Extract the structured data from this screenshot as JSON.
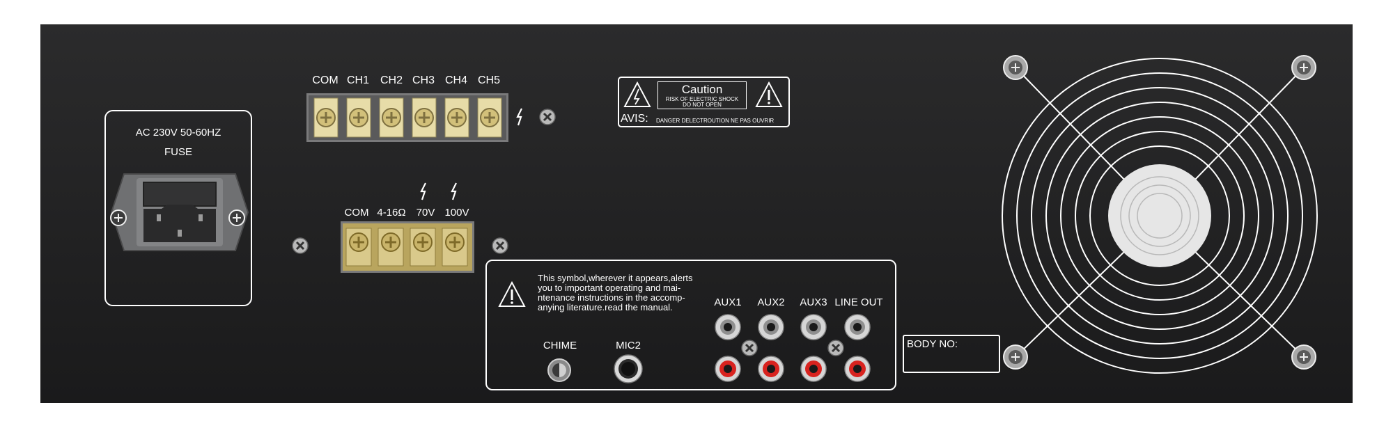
{
  "power_inlet": {
    "rating": "AC 230V 50-60HZ",
    "fuse": "FUSE"
  },
  "channel_terminal": {
    "labels": [
      "COM",
      "CH1",
      "CH2",
      "CH3",
      "CH4",
      "CH5"
    ]
  },
  "speaker_terminal": {
    "labels": [
      "COM",
      "4-16Ω",
      "70V",
      "100V"
    ]
  },
  "caution_label": {
    "title": "Caution",
    "line1": "RISK OF ELECTRIC SHOCK",
    "line2": "DO NOT OPEN",
    "avis": "AVIS:",
    "avis_text": "DANGER DELECTROUTION NE PAS OUVRIR"
  },
  "notice": {
    "lines": [
      "This symbol,wherever it appears,alerts",
      "you to important operating and mai-",
      "ntenance instructions in the accomp-",
      "anying literature.read the manual."
    ]
  },
  "inputs": {
    "chime": "CHIME",
    "mic2": "MIC2",
    "aux1": "AUX1",
    "aux2": "AUX2",
    "aux3": "AUX3",
    "line_out": "LINE OUT"
  },
  "body_no": "BODY NO:",
  "colors": {
    "panel": "#1f1f20",
    "brass": "#d9c98b",
    "rca_red": "#d8231f",
    "rca_white": "#d6d6d6"
  }
}
